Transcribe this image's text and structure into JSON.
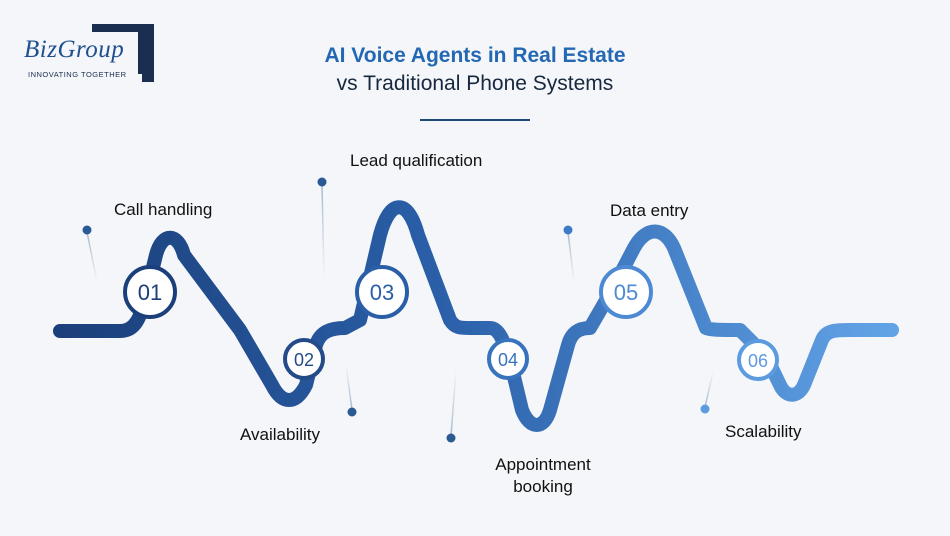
{
  "logo": {
    "name": "BizGroup",
    "tagline": "INNOVATING TOGETHER"
  },
  "title": "AI Voice Agents in Real Estate",
  "subtitle": "vs Traditional Phone Systems",
  "steps": [
    {
      "number": "01",
      "label": "Call handling"
    },
    {
      "number": "02",
      "label": "Availability"
    },
    {
      "number": "03",
      "label": "Lead qualification"
    },
    {
      "number": "04",
      "label": "Appointment booking"
    },
    {
      "number": "05",
      "label": "Data entry"
    },
    {
      "number": "06",
      "label": "Scalability"
    }
  ],
  "colors": {
    "dark": "#1b3f7a",
    "light": "#5c9be0",
    "title": "#2468b3",
    "background": "#f4f6f9"
  }
}
